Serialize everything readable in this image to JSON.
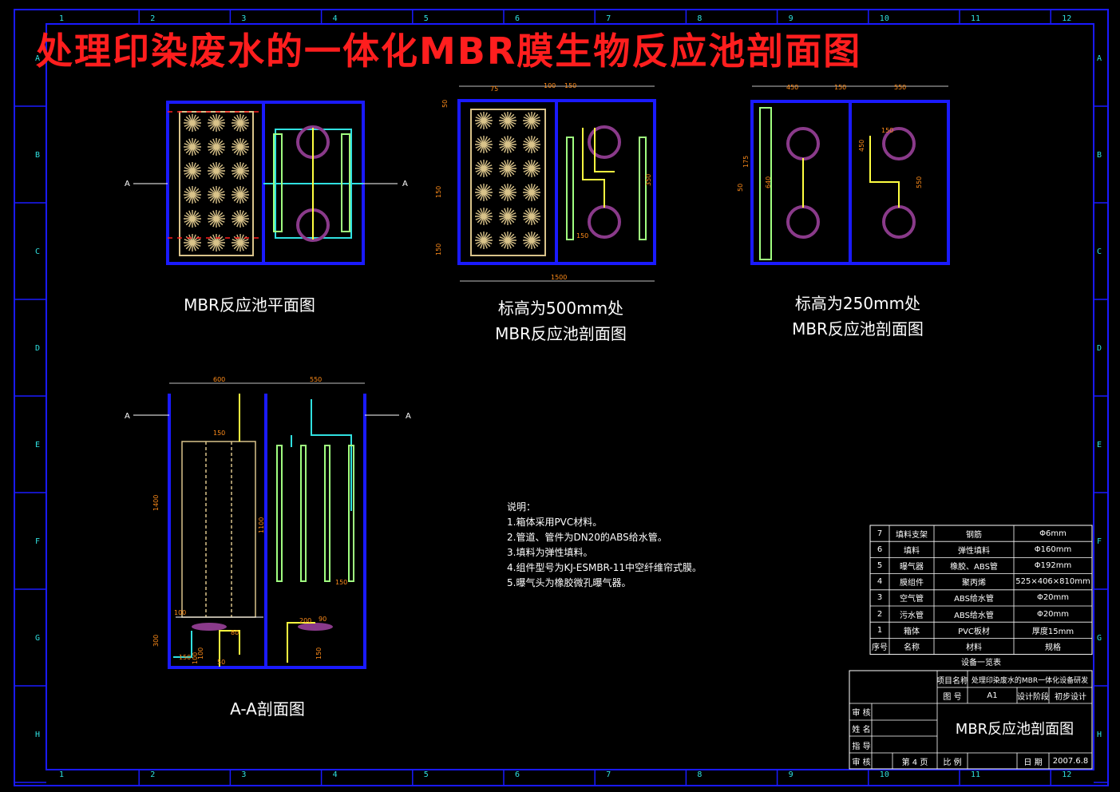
{
  "title": "处理印染废水的一体化MBR膜生物反应池剖面图",
  "colors": {
    "frame": "#1a1aff",
    "pipe_cyan": "#30e0e0",
    "pipe_yellow": "#ffff40",
    "membrane_green": "#a0ff80",
    "packing": "#d9c38a",
    "ring": "#8a3a8a",
    "dim": "#ff8c1a",
    "red": "#ff1e1e"
  },
  "grid": {
    "columns": [
      "1",
      "2",
      "3",
      "4",
      "5",
      "6",
      "7",
      "8",
      "9",
      "10",
      "11",
      "12"
    ],
    "rows": [
      "A",
      "B",
      "C",
      "D",
      "E",
      "F",
      "G",
      "H"
    ]
  },
  "views": {
    "plan": {
      "caption": "MBR反应池平面图",
      "section_marker": "A"
    },
    "sec500": {
      "caption_line1": "标高为500mm处",
      "caption_line2": "MBR反应池剖面图",
      "dims": [
        "75",
        "100",
        "150",
        "50",
        "150",
        "350",
        "150",
        "150",
        "1500"
      ]
    },
    "sec250": {
      "caption_line1": "标高为250mm处",
      "caption_line2": "MBR反应池剖面图",
      "dims": [
        "450",
        "150",
        "550",
        "150",
        "450",
        "550",
        "175",
        "640",
        "50"
      ]
    },
    "section_aa": {
      "caption": "A-A剖面图",
      "section_marker": "A",
      "dims": [
        "600",
        "550",
        "150",
        "1400",
        "1100",
        "100",
        "300",
        "150",
        "100",
        "50",
        "80",
        "150",
        "200",
        "150",
        "100",
        "90"
      ]
    }
  },
  "notes": [
    "说明：",
    "1.箱体采用PVC材料。",
    "2.管道、管件为DN20的ABS给水管。",
    "3.填料为弹性填料。",
    "4.组件型号为KJ-ESMBR-11中空纤维帘式膜。",
    "5.曝气头为橡胶微孔曝气器。"
  ],
  "equipment_table": {
    "caption": "设备一览表",
    "headers": [
      "序号",
      "名称",
      "材料",
      "规格"
    ],
    "rows": [
      [
        "7",
        "填料支架",
        "钢筋",
        "Φ6mm"
      ],
      [
        "6",
        "填料",
        "弹性填料",
        "Φ160mm"
      ],
      [
        "5",
        "曝气器",
        "橡胶、ABS管",
        "Φ192mm"
      ],
      [
        "4",
        "膜组件",
        "聚丙烯",
        "525×406×810mm"
      ],
      [
        "3",
        "空气管",
        "ABS给水管",
        "Φ20mm"
      ],
      [
        "2",
        "污水管",
        "ABS给水管",
        "Φ20mm"
      ],
      [
        "1",
        "箱体",
        "PVC板材",
        "厚度15mm"
      ]
    ]
  },
  "title_block": {
    "project_label": "项目名称",
    "project_value": "处理印染废水的MBR一体化设备研发",
    "drawing_no_label": "图 号",
    "drawing_no": "A1",
    "stage_label": "设计阶段",
    "stage": "初步设计",
    "drawing_name": "MBR反应池剖面图",
    "roles": [
      "审 核",
      "姓 名",
      "指 导",
      "审 核"
    ],
    "sheet": "第 4 页",
    "scale_label": "比 例",
    "date_label": "日 期",
    "date": "2007.6.8"
  }
}
